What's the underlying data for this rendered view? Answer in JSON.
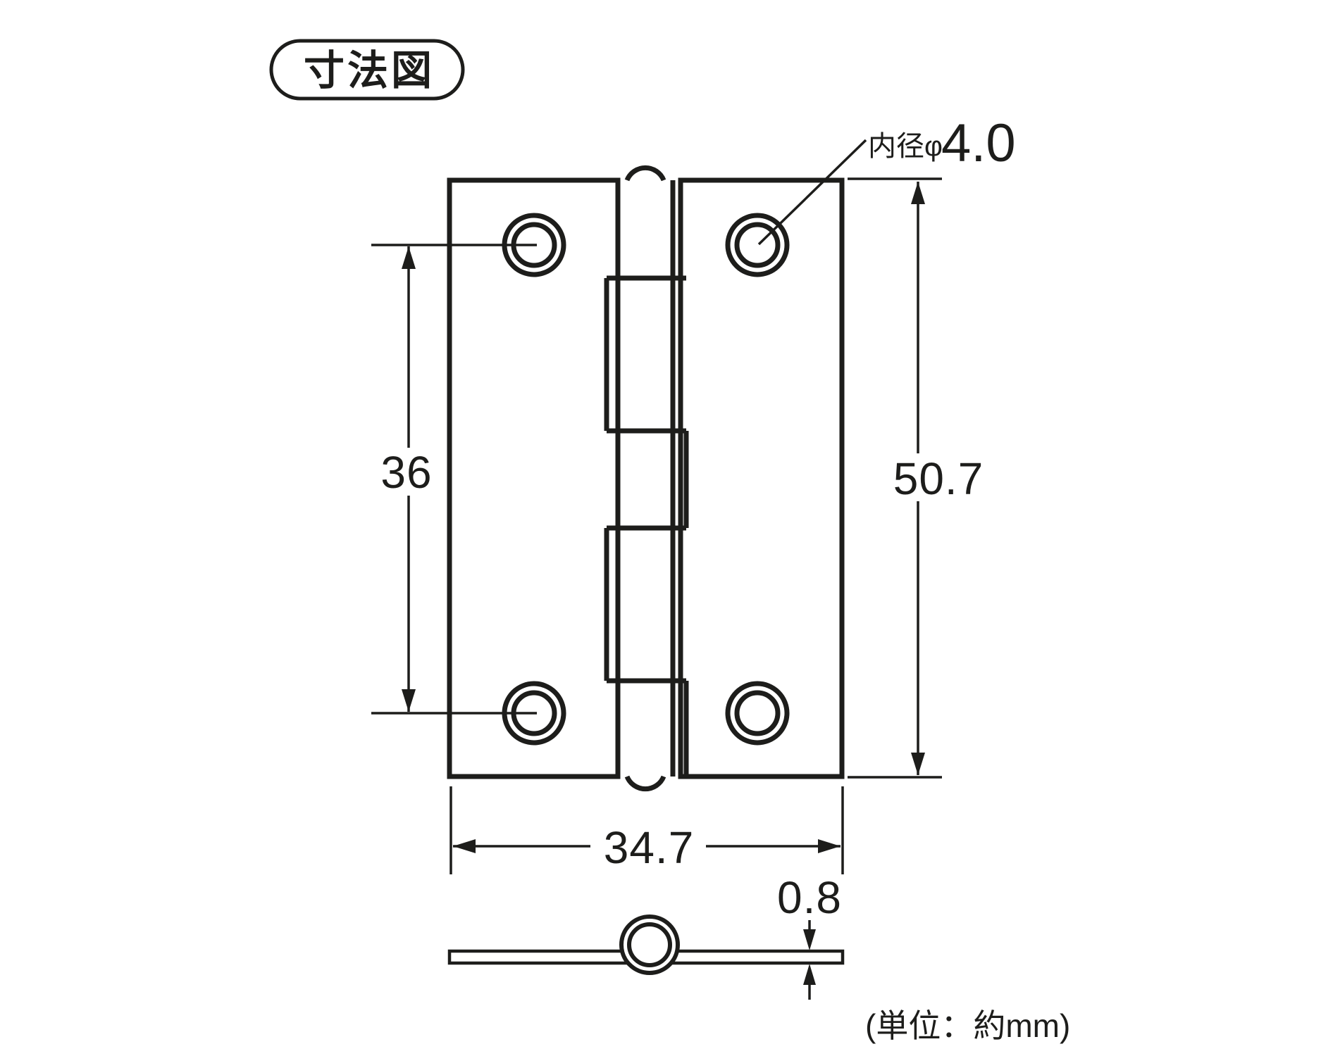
{
  "title": "寸法図",
  "annotations": {
    "inner_diameter_prefix": "内径φ",
    "inner_diameter_value": "4.0",
    "unit_note": "(単位：約mm)"
  },
  "dimensions": {
    "hole_pitch": "36",
    "height": "50.7",
    "width": "34.7",
    "thickness": "0.8"
  },
  "colors": {
    "line": "#1d1d1b",
    "background": "#ffffff"
  }
}
